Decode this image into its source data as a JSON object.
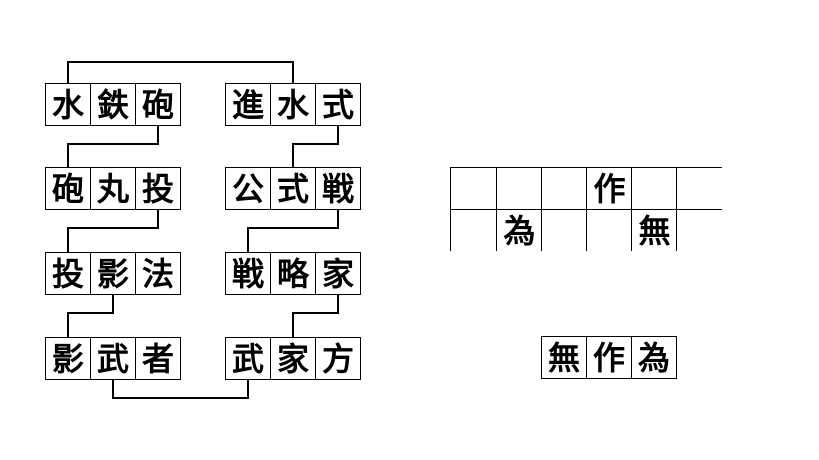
{
  "puzzle": {
    "words": [
      {
        "id": "mizu-deppou",
        "col": "A",
        "row": 0,
        "chars": [
          "水",
          "鉄",
          "砲"
        ]
      },
      {
        "id": "hougan-nage",
        "col": "A",
        "row": 1,
        "chars": [
          "砲",
          "丸",
          "投"
        ]
      },
      {
        "id": "touei-hou",
        "col": "A",
        "row": 2,
        "chars": [
          "投",
          "影",
          "法"
        ]
      },
      {
        "id": "kage-musha",
        "col": "A",
        "row": 3,
        "chars": [
          "影",
          "武",
          "者"
        ]
      },
      {
        "id": "shinsui-shiki",
        "col": "B",
        "row": 0,
        "chars": [
          "進",
          "水",
          "式"
        ]
      },
      {
        "id": "koushiki-sen",
        "col": "B",
        "row": 1,
        "chars": [
          "公",
          "式",
          "戦"
        ]
      },
      {
        "id": "senryaku-ka",
        "col": "B",
        "row": 2,
        "chars": [
          "戦",
          "略",
          "家"
        ]
      },
      {
        "id": "buke-gata",
        "col": "B",
        "row": 3,
        "chars": [
          "武",
          "家",
          "方"
        ]
      }
    ],
    "connections": [
      {
        "from": 0,
        "from_cell": 0,
        "from_side": "top",
        "to": 4,
        "to_cell": 1,
        "to_side": "top",
        "shared_char": "水"
      },
      {
        "from": 0,
        "from_cell": 2,
        "from_side": "bottom",
        "to": 1,
        "to_cell": 0,
        "to_side": "top",
        "shared_char": "砲"
      },
      {
        "from": 4,
        "from_cell": 2,
        "from_side": "bottom",
        "to": 5,
        "to_cell": 1,
        "to_side": "top",
        "shared_char": "式"
      },
      {
        "from": 1,
        "from_cell": 2,
        "from_side": "bottom",
        "to": 2,
        "to_cell": 0,
        "to_side": "top",
        "shared_char": "投"
      },
      {
        "from": 5,
        "from_cell": 2,
        "from_side": "bottom",
        "to": 6,
        "to_cell": 0,
        "to_side": "top",
        "shared_char": "戦"
      },
      {
        "from": 2,
        "from_cell": 1,
        "from_side": "bottom",
        "to": 3,
        "to_cell": 0,
        "to_side": "top",
        "shared_char": "影"
      },
      {
        "from": 6,
        "from_cell": 2,
        "from_side": "bottom",
        "to": 7,
        "to_cell": 1,
        "to_side": "top",
        "shared_char": "家"
      },
      {
        "from": 3,
        "from_cell": 1,
        "from_side": "bottom",
        "to": 7,
        "to_cell": 0,
        "to_side": "bottom",
        "shared_char": "武"
      }
    ],
    "answer_grid": {
      "rows": 2,
      "cols": 6,
      "cells": [
        [
          "",
          "",
          "",
          "作",
          "",
          ""
        ],
        [
          "",
          "為",
          "",
          "",
          "無",
          ""
        ]
      ]
    },
    "answer_word": {
      "chars": [
        "無",
        "作",
        "為"
      ]
    }
  },
  "colors": {
    "line": "#000000",
    "text": "#000000",
    "background": "#ffffff"
  }
}
